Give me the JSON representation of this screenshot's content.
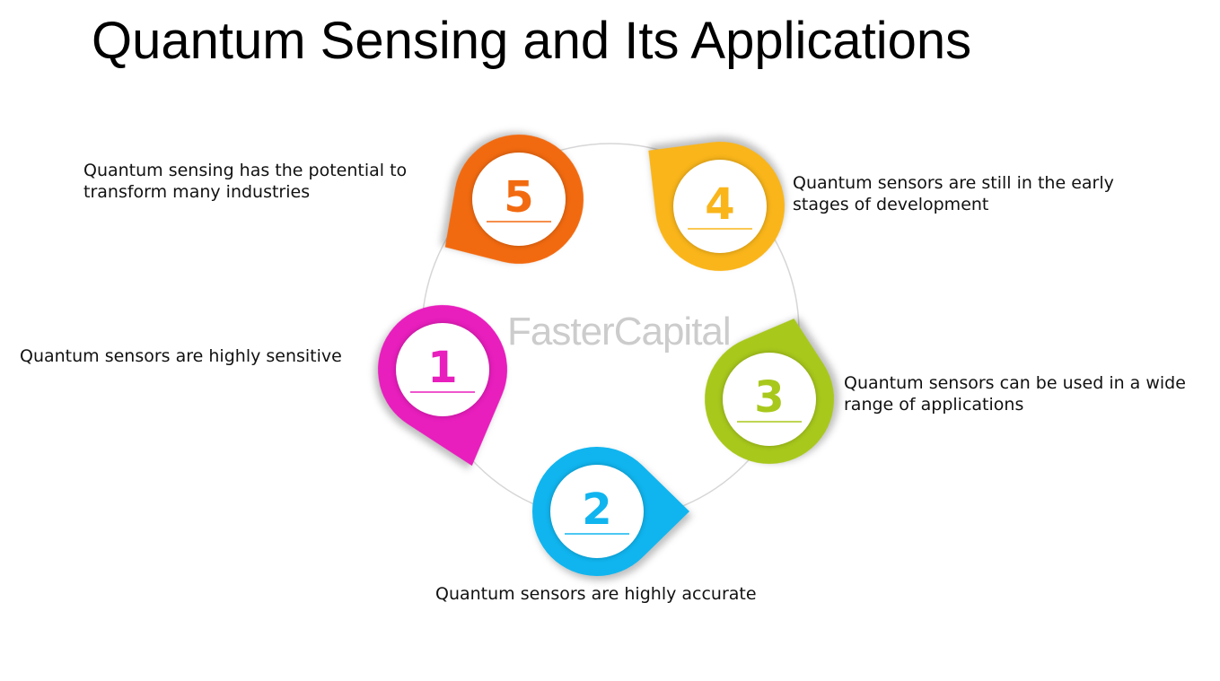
{
  "title": "Quantum Sensing and Its Applications",
  "watermark": "FasterCapital",
  "items": [
    {
      "number": "1",
      "color": "#e81ebd",
      "text": "Quantum sensors are highly sensitive"
    },
    {
      "number": "2",
      "color": "#10b5ef",
      "text": "Quantum sensors are highly accurate"
    },
    {
      "number": "3",
      "color": "#a8c81c",
      "text": "Quantum sensors can be used in a wide range of applications"
    },
    {
      "number": "4",
      "color": "#f9b51a",
      "text": "Quantum sensors are still in the early stages of development"
    },
    {
      "number": "5",
      "color": "#f26a10",
      "text": "Quantum sensing has the potential to transform many industries"
    }
  ]
}
